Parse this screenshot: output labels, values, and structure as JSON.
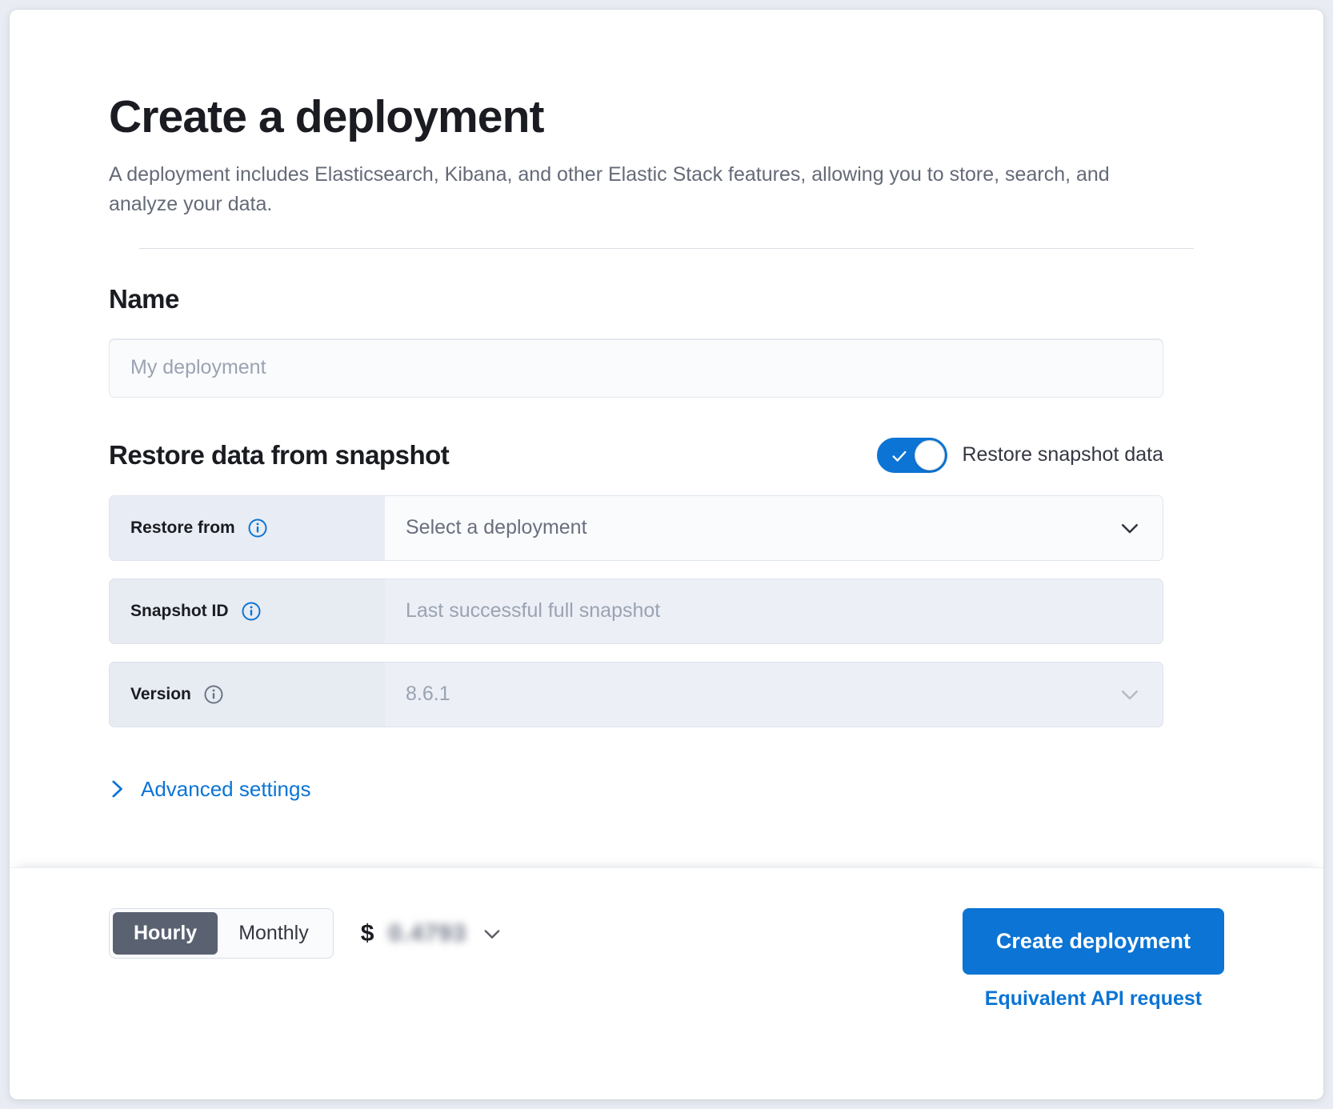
{
  "page": {
    "title": "Create a deployment",
    "description": "A deployment includes Elasticsearch, Kibana, and other Elastic Stack features, allowing you to store, search, and analyze your data."
  },
  "name_section": {
    "heading": "Name",
    "input_placeholder": "My deployment",
    "input_value": ""
  },
  "snapshot_section": {
    "heading": "Restore data from snapshot",
    "toggle_label": "Restore snapshot data",
    "toggle_state": "on",
    "rows": [
      {
        "label": "Restore from",
        "value": "Select a deployment",
        "control": "select",
        "disabled": false,
        "info_icon": "info-circle-icon",
        "chevron_icon": "chevron-down-icon"
      },
      {
        "label": "Snapshot ID",
        "value": "Last successful full snapshot",
        "control": "text",
        "disabled": true,
        "info_icon": "info-circle-icon",
        "chevron_icon": ""
      },
      {
        "label": "Version",
        "value": "8.6.1",
        "control": "select",
        "disabled": true,
        "info_icon": "info-circle-icon",
        "chevron_icon": "chevron-down-icon"
      }
    ]
  },
  "advanced": {
    "label": "Advanced settings",
    "icon": "chevron-right-icon",
    "expanded": false
  },
  "footer": {
    "billing_options": [
      {
        "label": "Hourly",
        "selected": true
      },
      {
        "label": "Monthly",
        "selected": false
      }
    ],
    "price_currency": "$",
    "price_amount": "0.4793",
    "price_chevron": "chevron-down-icon",
    "create_button": "Create deployment",
    "api_link": "Equivalent API request"
  },
  "colors": {
    "accent": "#0b74d4",
    "text": "#1a1c21",
    "muted": "#646a77",
    "panel": "#e8ecf4",
    "disabled_panel": "#eceff5",
    "seg_active": "#5a6271"
  }
}
